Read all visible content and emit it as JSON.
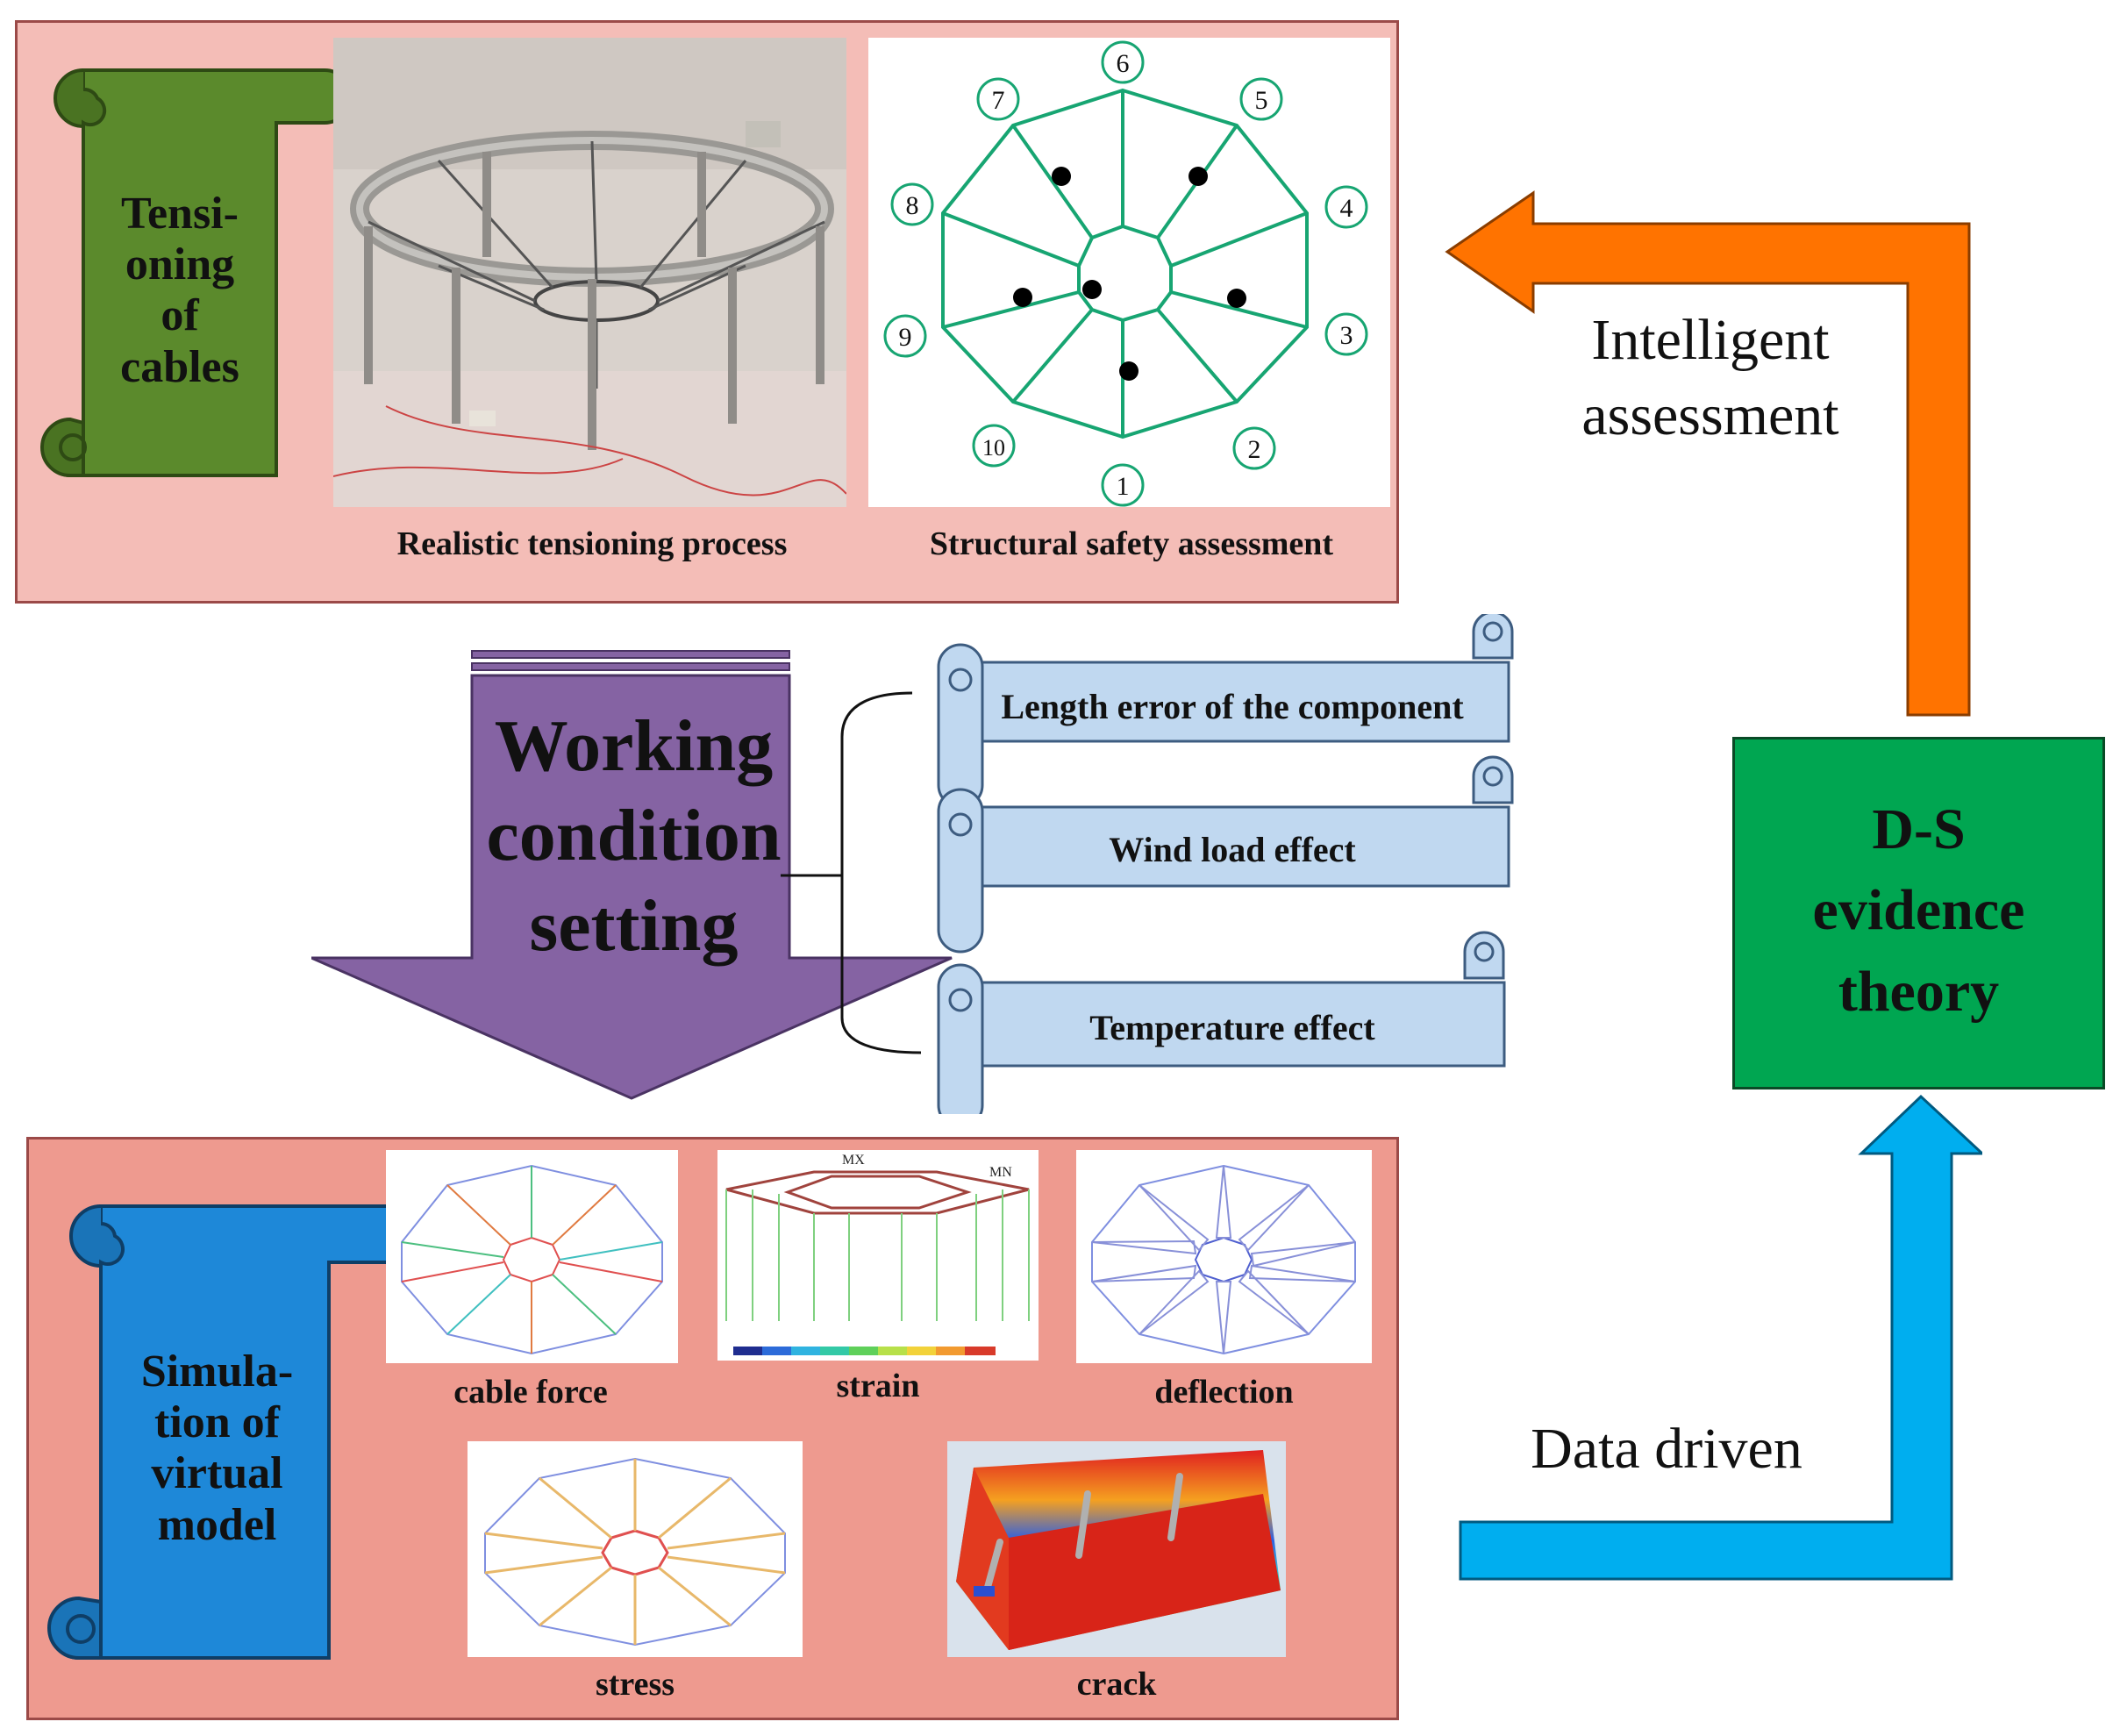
{
  "top": {
    "scroll_label": "Tensi-\noning\nof\ncables",
    "photo_caption": "Realistic tensioning process",
    "layout_caption": "Structural safety assessment",
    "node_labels": [
      "1",
      "2",
      "3",
      "4",
      "5",
      "6",
      "7",
      "8",
      "9",
      "10"
    ]
  },
  "middle": {
    "arrow_label": "Working\ncondition\nsetting",
    "factors": [
      "Length error of the component",
      "Wind load effect",
      "Temperature effect"
    ]
  },
  "bottom": {
    "scroll_label": "Simula-\ntion of\nvirtual\nmodel",
    "captions": {
      "cable_force": "cable force",
      "strain": "strain",
      "deflection": "deflection",
      "stress": "stress",
      "crack": "crack"
    },
    "strain_marks": [
      "MX",
      "MN"
    ]
  },
  "right": {
    "ds_label": "D-S\nevidence\ntheory",
    "intelligent_label": "Intelligent\nassessment",
    "data_driven_label": "Data driven"
  },
  "colors": {
    "top_panel": "#f4bdb7",
    "bottom_panel": "#ee9a8f",
    "green_scroll": "#5b8a2c",
    "blue_scroll": "#1e88d8",
    "purple_arrow": "#8563a3",
    "factor_scroll": "#c0d8f0",
    "ds_box": "#00a651",
    "orange_arrow": "#ff7300",
    "cyan_arrow": "#00aeef"
  }
}
